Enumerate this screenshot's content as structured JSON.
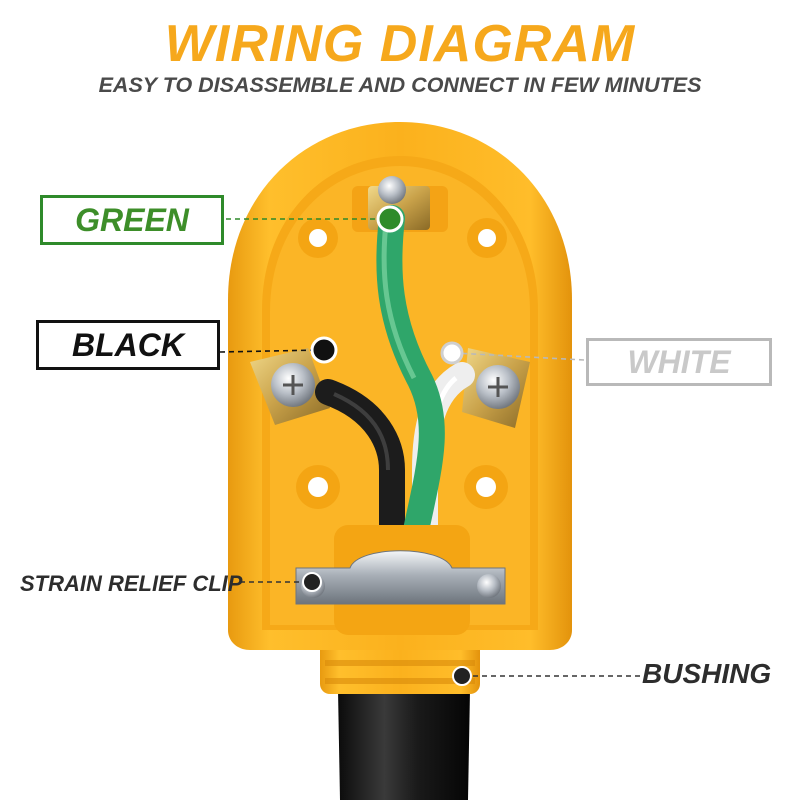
{
  "header": {
    "title": "WIRING DIAGRAM",
    "subtitle": "EASY TO DISASSEMBLE AND CONNECT IN FEW MINUTES"
  },
  "labels": {
    "green": "GREEN",
    "black": "BLACK",
    "white": "WHITE",
    "strain_relief_clip": "STRAIN RELIEF CLIP",
    "bushing": "BUSHING"
  },
  "colors": {
    "title": "#f6a81c",
    "plug_body": "#f8b21c",
    "green_wire": "#2fa66a",
    "black_wire": "#1c1c1c",
    "white_wire": "#f0f0f0"
  }
}
